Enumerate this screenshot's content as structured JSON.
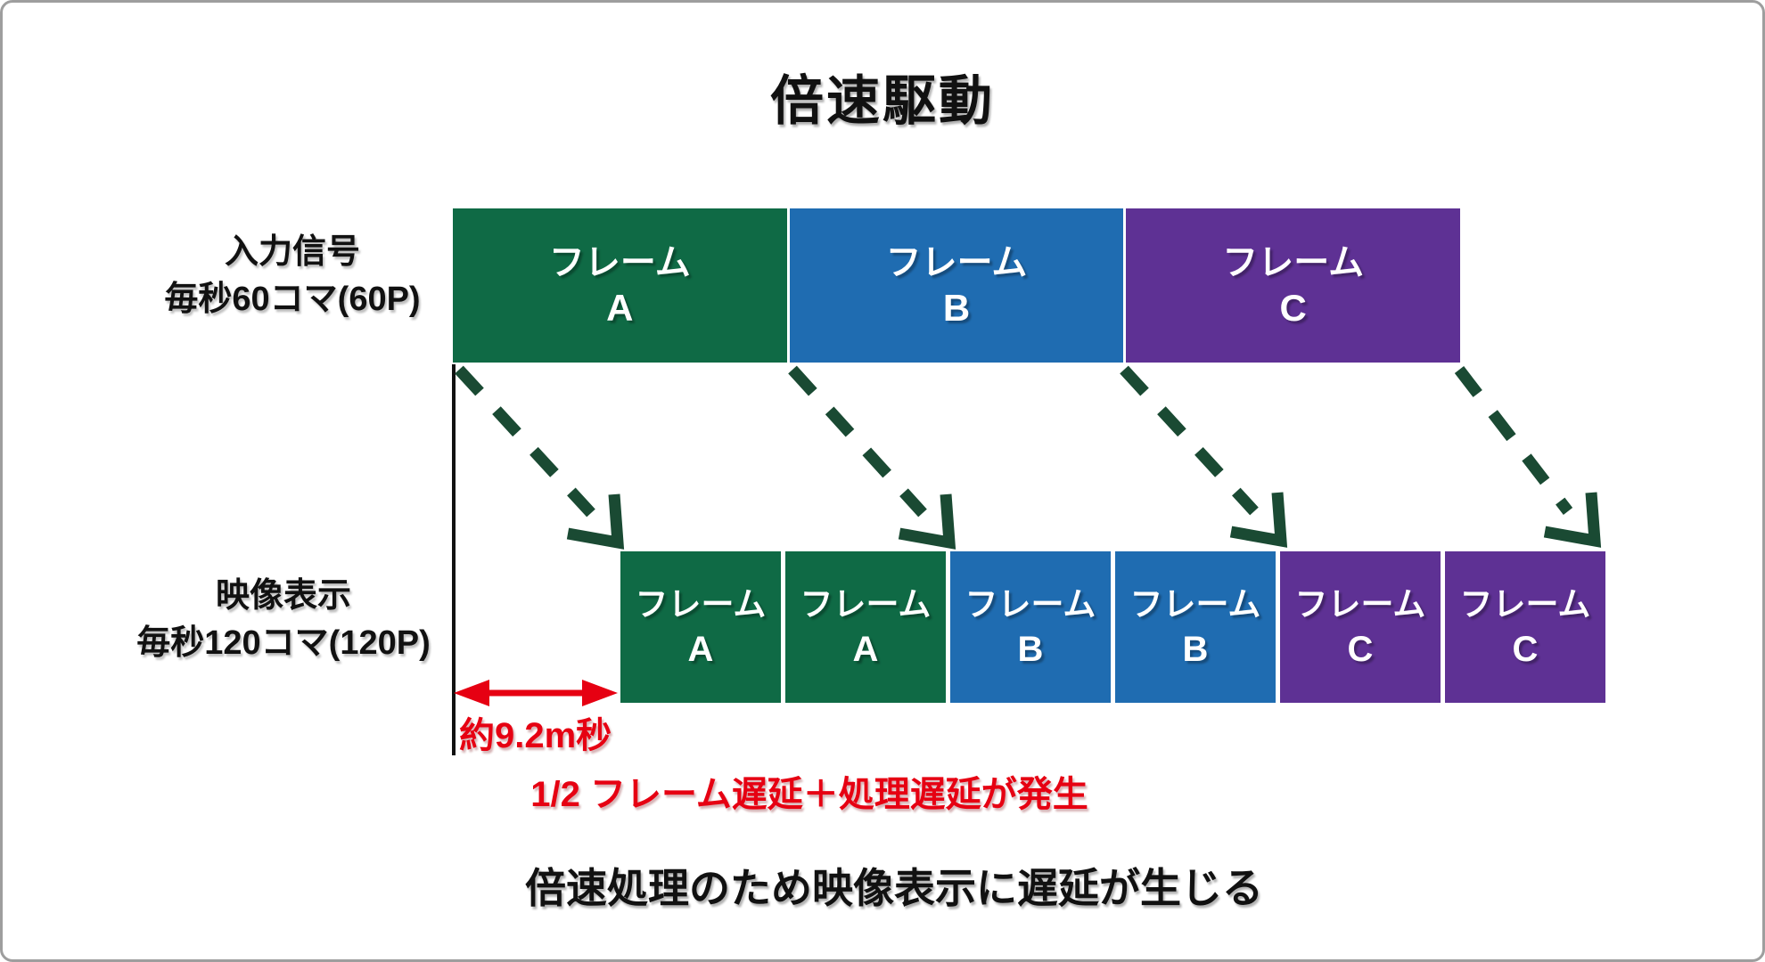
{
  "title": "倍速駆動",
  "colors": {
    "frame_green": "#0F6A45",
    "frame_blue": "#1F6CB1",
    "frame_purple": "#5E3194",
    "arrow_green": "#1A4A33",
    "accent_red": "#E60012",
    "text_black": "#111111",
    "border_gray": "#9E9E9E"
  },
  "input_row": {
    "label_line1": "入力信号",
    "label_line2": "毎秒60コマ(60P)",
    "frames": [
      {
        "name": "フレーム",
        "letter": "A",
        "color_key": "frame_green"
      },
      {
        "name": "フレーム",
        "letter": "B",
        "color_key": "frame_blue"
      },
      {
        "name": "フレーム",
        "letter": "C",
        "color_key": "frame_purple"
      }
    ]
  },
  "output_row": {
    "label_line1": "映像表示",
    "label_line2": "毎秒120コマ(120P)",
    "frames": [
      {
        "name": "フレーム",
        "letter": "A",
        "color_key": "frame_green"
      },
      {
        "name": "フレーム",
        "letter": "A",
        "color_key": "frame_green"
      },
      {
        "name": "フレーム",
        "letter": "B",
        "color_key": "frame_blue"
      },
      {
        "name": "フレーム",
        "letter": "B",
        "color_key": "frame_blue"
      },
      {
        "name": "フレーム",
        "letter": "C",
        "color_key": "frame_purple"
      },
      {
        "name": "フレーム",
        "letter": "C",
        "color_key": "frame_purple"
      }
    ]
  },
  "delay_annotation": {
    "measure_label": "約9.2m秒",
    "note": "1/2 フレーム遅延＋処理遅延が発生"
  },
  "caption": "倍速処理のため映像表示に遅延が生じる"
}
